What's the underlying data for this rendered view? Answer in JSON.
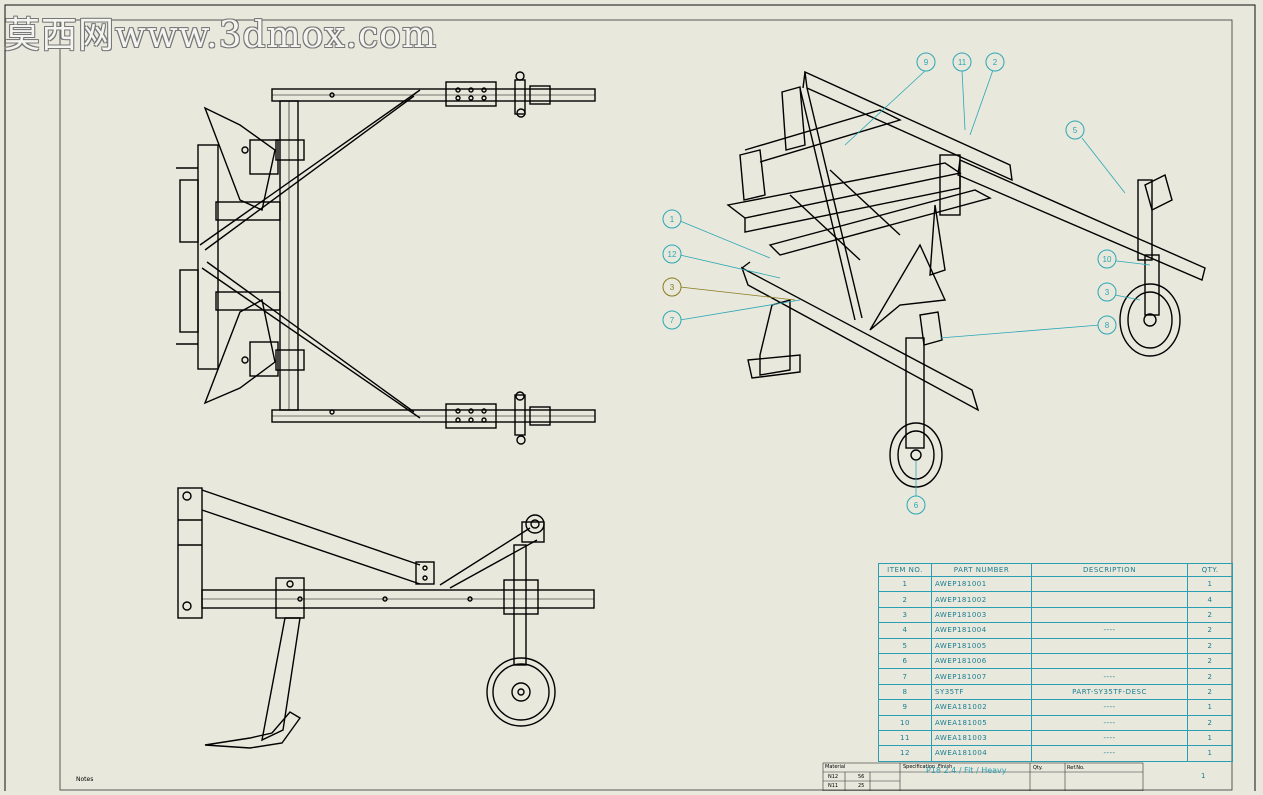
{
  "watermark": "莫西网www.3dmox.com",
  "notes_label": "Notes",
  "callouts": [
    "9",
    "11",
    "2",
    "5",
    "1",
    "12",
    "3",
    "7",
    "10",
    "3",
    "8",
    "6"
  ],
  "bom": {
    "headers": [
      "ITEM NO.",
      "PART NUMBER",
      "DESCRIPTION",
      "QTY."
    ],
    "rows": [
      [
        "1",
        "AWEP181001",
        "",
        "1"
      ],
      [
        "2",
        "AWEP181002",
        "",
        "4"
      ],
      [
        "3",
        "AWEP181003",
        "",
        "2"
      ],
      [
        "4",
        "AWEP181004",
        "----",
        "2"
      ],
      [
        "5",
        "AWEP181005",
        "",
        "2"
      ],
      [
        "6",
        "AWEP181006",
        "",
        "2"
      ],
      [
        "7",
        "AWEP181007",
        "----",
        "2"
      ],
      [
        "8",
        "SY35TF",
        "PART-SY35TF-DESC",
        "2"
      ],
      [
        "9",
        "AWEA181002",
        "----",
        "1"
      ],
      [
        "10",
        "AWEA181005",
        "----",
        "2"
      ],
      [
        "11",
        "AWEA181003",
        "----",
        "1"
      ],
      [
        "12",
        "AWEA181004",
        "----",
        "1"
      ]
    ]
  },
  "title_block": {
    "material_label": "Material",
    "specification_label": "Specification",
    "finish_label": "Finish",
    "qty_label": "Qty.",
    "ref_label": "Ref.No.",
    "material_value": "P18 2.4 / Fit / Heavy",
    "row_labels": [
      "N12",
      "N11"
    ],
    "row_values": [
      "56",
      "25"
    ],
    "last_qty": "1"
  },
  "colors": {
    "background": "#e8e8dc",
    "line": "#000000",
    "bom": "#2a9fb4",
    "callout": "#2aa7b6",
    "callout_selected": "#8c7a1e"
  }
}
